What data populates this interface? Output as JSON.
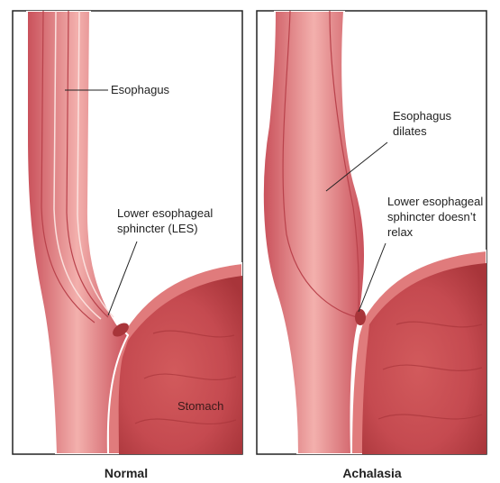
{
  "panels": {
    "normal": {
      "caption": "Normal",
      "labels": {
        "esophagus": "Esophagus",
        "les_line1": "Lower esophageal",
        "les_line2": "sphincter (LES)",
        "stomach": "Stomach"
      }
    },
    "achalasia": {
      "caption": "Achalasia",
      "labels": {
        "dilates_line1": "Esophagus",
        "dilates_line2": "dilates",
        "les_line1": "Lower esophageal",
        "les_line2": "sphincter doesn’t",
        "les_line3": "relax"
      }
    }
  },
  "colors": {
    "tissue": "#d9666b",
    "tissue_light": "#f0a5a3",
    "lumen": "#e88a87",
    "wall_edge": "#ffffff",
    "stomach_dark": "#b33a3e",
    "frame": "#222222"
  }
}
